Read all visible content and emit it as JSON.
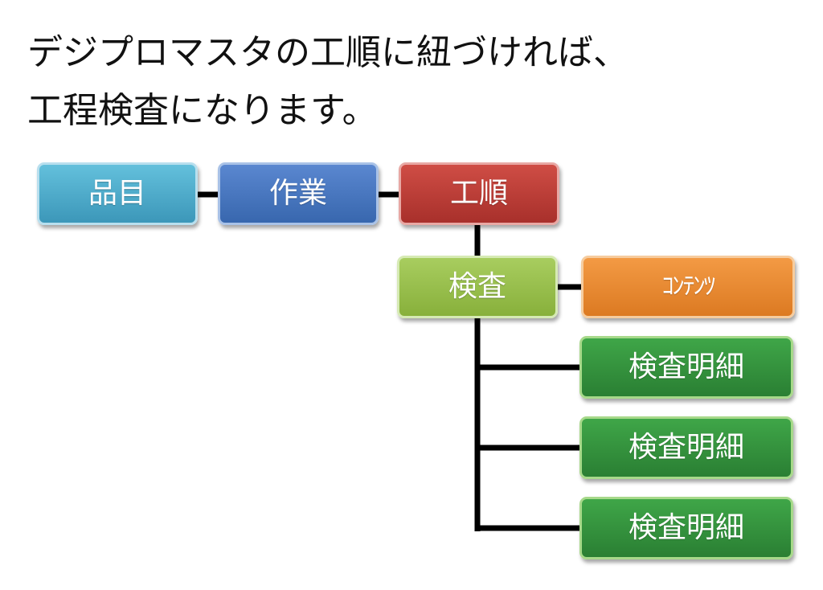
{
  "heading": {
    "line1": "デジプロマスタの工順に紐づければ、",
    "line2": "工程検査になります。"
  },
  "nodes": {
    "item": "品目",
    "work": "作業",
    "process": "工順",
    "inspection": "検査",
    "contents": "ｺﾝﾃﾝﾂ",
    "details": [
      "検査明細",
      "検査明細",
      "検査明細"
    ]
  },
  "colors": {
    "item": "#4fb0cf",
    "work": "#4a78c2",
    "process": "#bd3d37",
    "inspection": "#9bc24d",
    "contents": "#eb8a34",
    "detail": "#36953f",
    "connector": "#000000"
  }
}
